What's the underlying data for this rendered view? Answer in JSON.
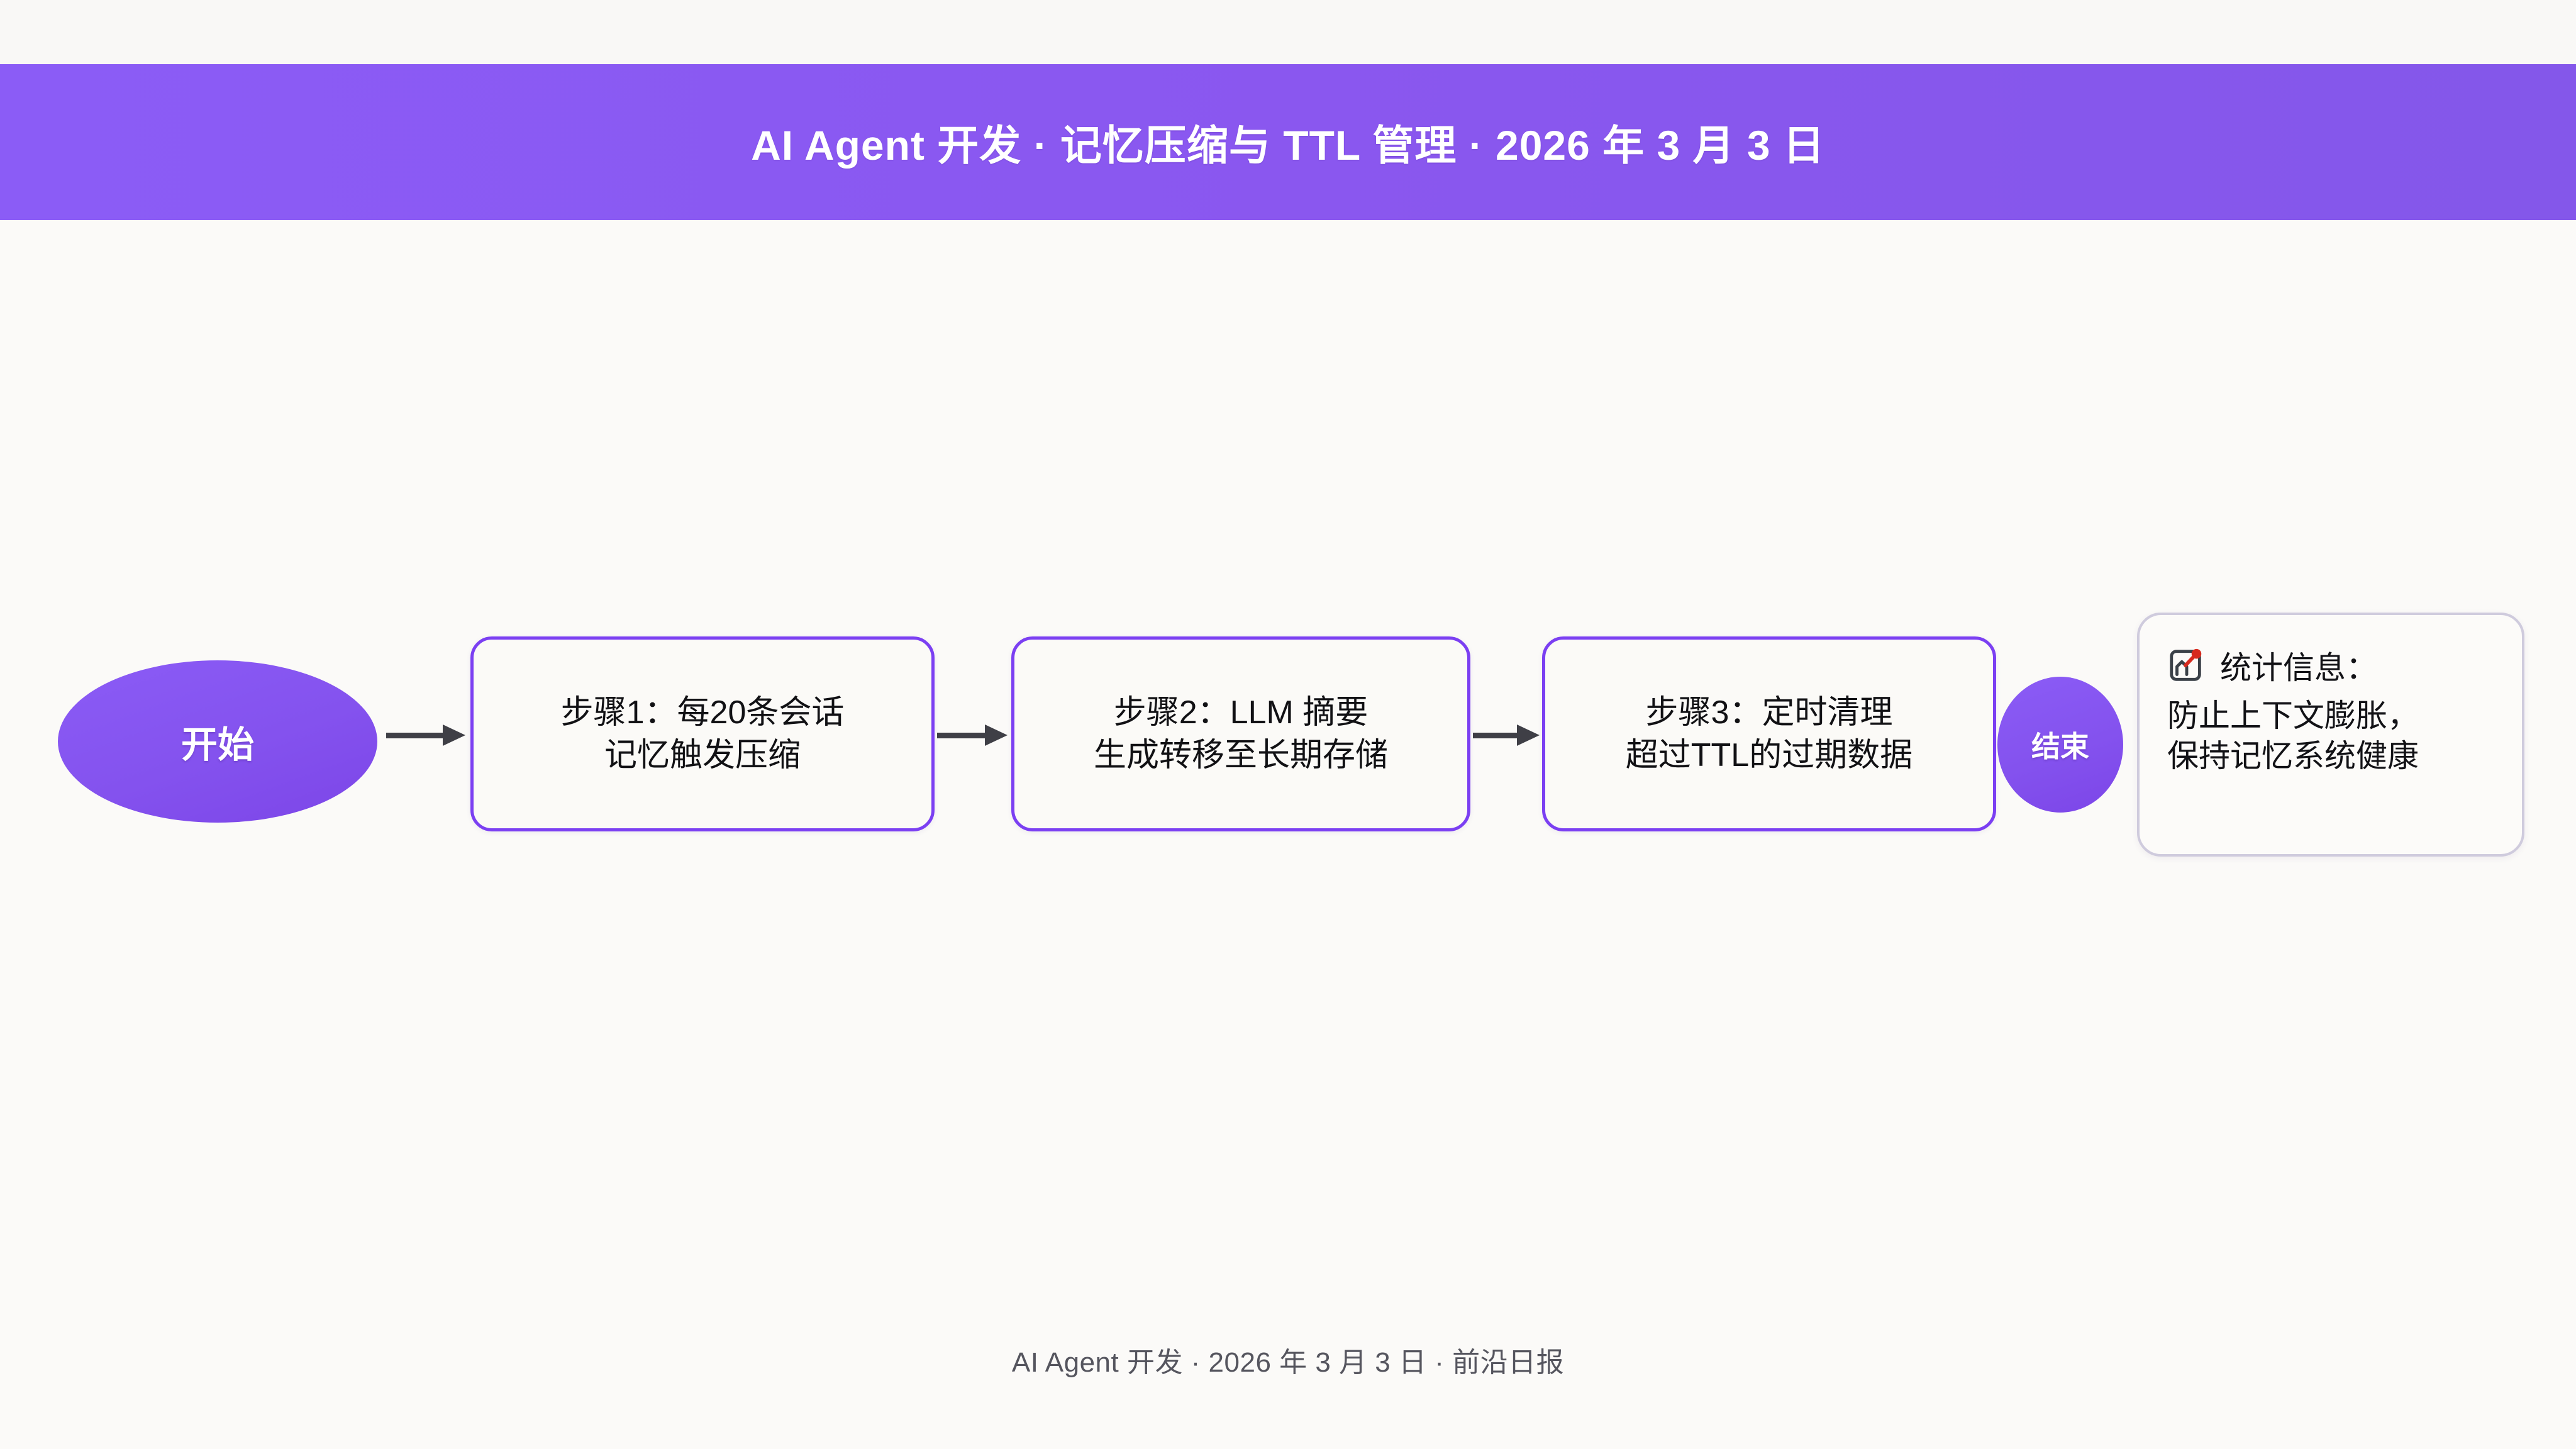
{
  "header": {
    "title": "AI Agent 开发  ·  记忆压缩与 TTL 管理  ·  2026 年 3 月 3 日",
    "background_color": "#8b5cf6",
    "text_color": "#ffffff"
  },
  "flow": {
    "start_node": {
      "label": "开始",
      "shape": "ellipse",
      "fill": "#8b5cf6"
    },
    "end_node": {
      "label": "结束",
      "shape": "ellipse",
      "fill": "#8b5cf6"
    },
    "steps": [
      {
        "line1": "步骤1：每20条会话",
        "line2": "记忆触发压缩"
      },
      {
        "line1": "步骤2：LLM 摘要",
        "line2": "生成转移至长期存储"
      },
      {
        "line1": "步骤3：定时清理",
        "line2": "超过TTL的过期数据"
      }
    ],
    "node_border_color": "#7b3ff2",
    "arrow_color": "#3f3f46"
  },
  "stats_panel": {
    "icon": "chart-increasing-icon",
    "title": "统计信息：",
    "line1": "防止上下文膨胀，",
    "line2": "保持记忆系统健康",
    "border_color": "#cfcbdd"
  },
  "footer": {
    "text": "AI Agent 开发 · 2026 年 3 月 3 日 · 前沿日报"
  }
}
